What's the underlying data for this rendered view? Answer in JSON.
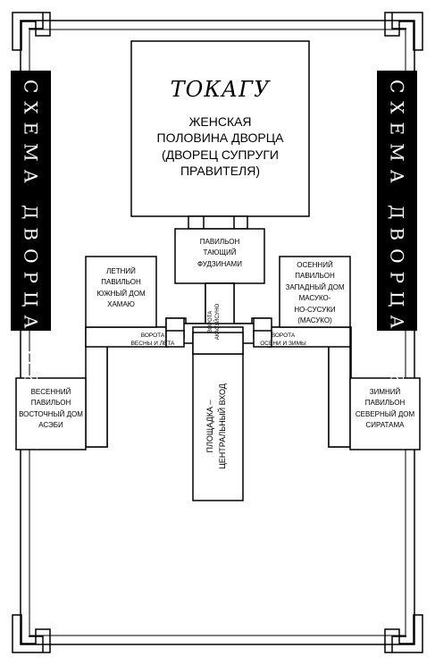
{
  "sidebar_title": "Схема дворца Окагу",
  "tokagu": {
    "title": "Токагу",
    "subtitle_lines": [
      "Женская",
      "половина дворца",
      "(дворец супруги",
      "правителя)"
    ]
  },
  "central_pavilion": [
    "Павильон",
    "Тающий",
    "Фудзинами"
  ],
  "summer_pavilion": [
    "Летний",
    "павильон",
    "Южный дом",
    "Хамаю"
  ],
  "autumn_pavilion": [
    "Осенний",
    "павильон",
    "Западный дом",
    "Масуко-",
    "но-Сусуки",
    "(Масуко)"
  ],
  "spring_pavilion": [
    "Весенний",
    "павильон",
    "Восточный дом",
    "Асэби"
  ],
  "winter_pavilion": [
    "Зимний",
    "павильон",
    "Северный дом",
    "Сиратама"
  ],
  "gate_spring_summer": [
    "Ворота",
    "весны и лета"
  ],
  "gate_autumn_winter": [
    "Ворота",
    "осени и зимы"
  ],
  "gate_agasuke": [
    "Ворота",
    "Акасуйсуно"
  ],
  "central_square": [
    "Площадка –",
    "центральный вход"
  ]
}
